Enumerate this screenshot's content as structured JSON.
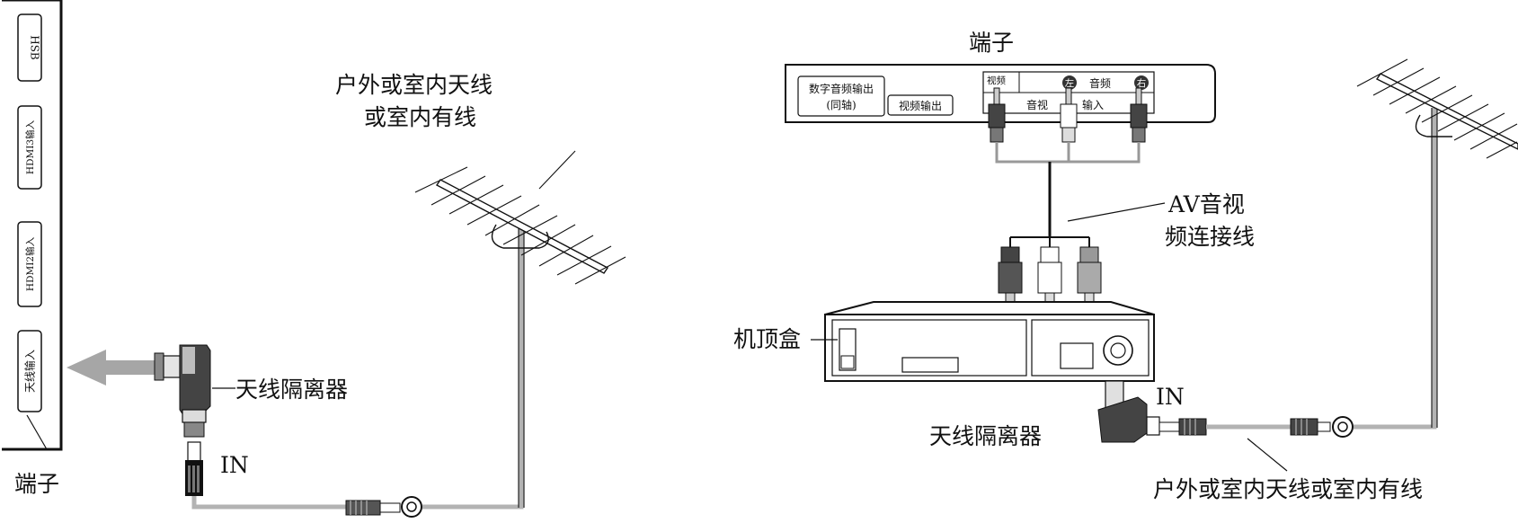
{
  "left_diagram": {
    "tv_side_port_labels": [
      "HSB",
      "HDMI3输入",
      "HDMI2输入",
      "天线输入"
    ],
    "terminal_label": "端子",
    "antenna_label_line1": "户外或室内天线",
    "antenna_label_line2": "或室内有线",
    "isolator_label": "天线隔离器",
    "in_label": "IN"
  },
  "right_diagram": {
    "terminal_label": "端子",
    "digital_audio_line1": "数字音频输出",
    "digital_audio_line2": "(同轴)",
    "video_out_label": "视频输出",
    "video_label": "视频",
    "left_badge": "左",
    "audio_label": "音频",
    "right_badge": "右",
    "av_label": "音视",
    "input_label": "输入",
    "av_cable_line1": "AV音视",
    "av_cable_line2": "频连接线",
    "settop_label": "机顶盒",
    "in_label": "IN",
    "isolator_label": "天线隔离器",
    "antenna_label": "户外或室内天线或室内有线"
  }
}
